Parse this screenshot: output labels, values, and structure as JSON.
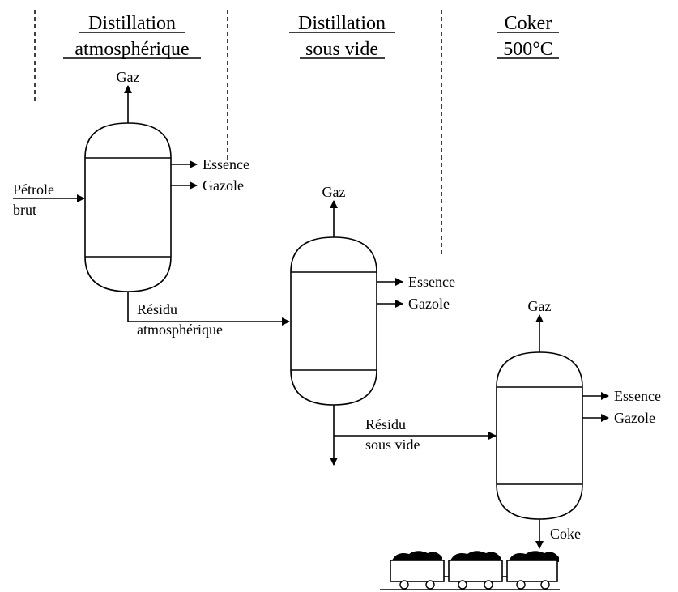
{
  "headers": {
    "atmospheric": [
      "Distillation",
      "atmosphérique"
    ],
    "vacuum": [
      "Distillation",
      "sous vide"
    ],
    "coker": [
      "Coker",
      "500°C"
    ]
  },
  "labels": {
    "feed": [
      "Pétrole",
      "brut"
    ],
    "col1": {
      "top": "Gaz",
      "side1": "Essence",
      "side2": "Gazole",
      "bottom": [
        "Résidu",
        "atmosphérique"
      ]
    },
    "col2": {
      "top": "Gaz",
      "side1": "Essence",
      "side2": "Gazole",
      "bottom": [
        "Résidu",
        "sous vide"
      ]
    },
    "col3": {
      "top": "Gaz",
      "side1": "Essence",
      "side2": "Gazole",
      "bottom": "Coke"
    }
  }
}
